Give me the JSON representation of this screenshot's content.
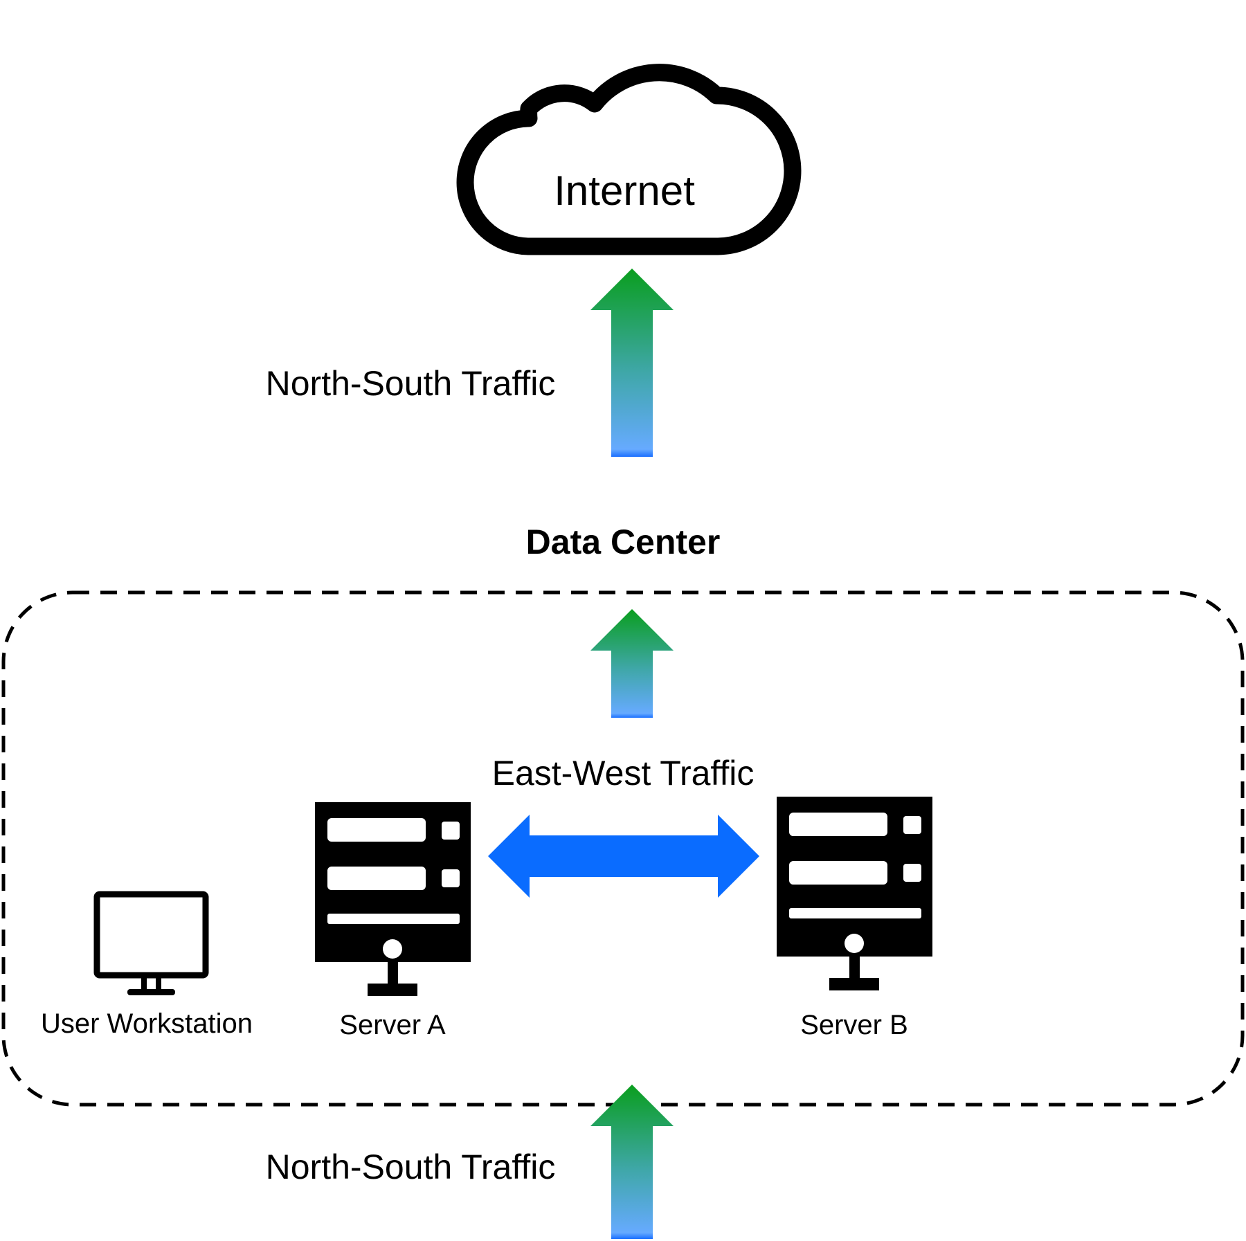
{
  "cloud": {
    "label": "Internet"
  },
  "data_center": {
    "title": "Data Center"
  },
  "traffic": {
    "north_south_top": "North-South Traffic",
    "east_west": "East-West Traffic",
    "north_south_bottom": "North-South Traffic"
  },
  "nodes": {
    "workstation": "User Workstation",
    "server_a": "Server A",
    "server_b": "Server B"
  },
  "colors": {
    "north_south_arrow_top": "#0a9e1e",
    "north_south_arrow_bottom": "#66aaff",
    "east_west_arrow": "#0a6cff",
    "outline": "#000000"
  },
  "icons": [
    "cloud-icon",
    "monitor-icon",
    "server-icon"
  ]
}
